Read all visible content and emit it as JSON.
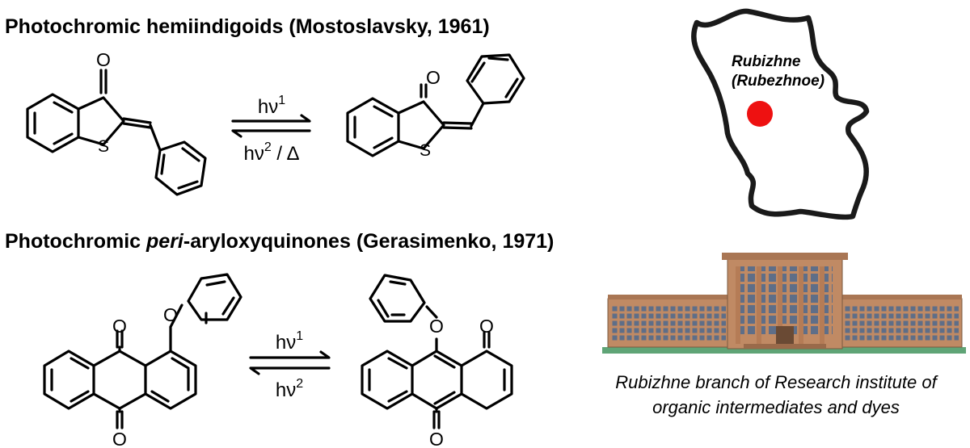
{
  "sections": [
    {
      "title_main": "Photochromic hemiindigoids (Mostoslavsky, 1961)",
      "arrow": {
        "forward_base": "hν",
        "forward_sup": "1",
        "reverse_base": "hν",
        "reverse_sup": "2",
        "reverse_suffix": " / Δ"
      }
    },
    {
      "title_pre": "Photochromic ",
      "title_italic": "peri",
      "title_post": "-aryloxyquinones (Gerasimenko, 1971)",
      "arrow": {
        "forward_base": "hν",
        "forward_sup": "1",
        "reverse_base": "hν",
        "reverse_sup": "2"
      }
    }
  ],
  "atoms": {
    "oxygen": "O",
    "sulfur": "S"
  },
  "map": {
    "city_line1": "Rubizhne",
    "city_line2": "(Rubezhnoe)",
    "outline_color": "#1a1a1a",
    "marker_color": "#ee1111"
  },
  "building": {
    "brick_color": "#c08a64",
    "window_color": "#5e6e88",
    "grass_color": "#5fa476"
  },
  "caption": {
    "line1": "Rubizhne branch of Research institute of",
    "line2": "organic intermediates and dyes"
  }
}
